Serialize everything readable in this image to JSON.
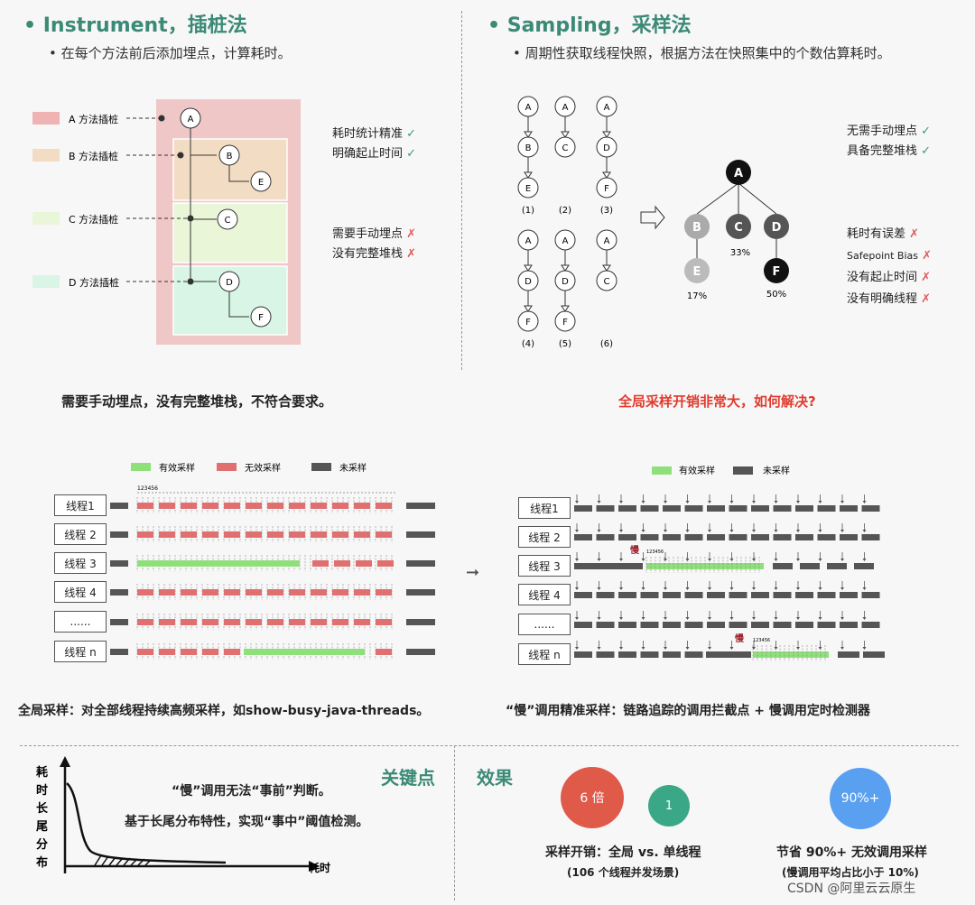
{
  "instrument": {
    "title": "Instrument，插桩法",
    "bullet": "在每个方法前后添加埋点，计算耗时。",
    "labels": [
      "A 方法插桩",
      "B 方法插桩",
      "C 方法插桩",
      "D 方法插桩"
    ],
    "nodes": [
      "A",
      "B",
      "E",
      "C",
      "D",
      "F"
    ],
    "pros": [
      "耗时统计精准",
      "明确起止时间"
    ],
    "cons": [
      "需要手动埋点",
      "没有完整堆栈"
    ],
    "verdict": "需要手动埋点，没有完整堆栈，不符合要求。",
    "colors": {
      "outer": "#f0c7c7",
      "b": "#f3dcc4",
      "c": "#eaf6d8",
      "d": "#d8f5e6",
      "dot": "#333"
    }
  },
  "sampling": {
    "title": "Sampling，采样法",
    "bullet": "周期性获取线程快照，根据方法在快照集中的个数估算耗时。",
    "snapshots": [
      {
        "nodes": [
          "A",
          "B",
          "E"
        ],
        "label": "(1)"
      },
      {
        "nodes": [
          "A",
          "C"
        ],
        "label": "(2)"
      },
      {
        "nodes": [
          "A",
          "D",
          "F"
        ],
        "label": "(3)"
      },
      {
        "nodes": [
          "A",
          "D",
          "F"
        ],
        "label": "(4)"
      },
      {
        "nodes": [
          "A",
          "D",
          "F"
        ],
        "label": "(5)"
      },
      {
        "nodes": [
          "A",
          "C"
        ],
        "label": "(6)"
      }
    ],
    "tree_nodes": [
      "A",
      "B",
      "C",
      "D",
      "E",
      "F"
    ],
    "percents": {
      "c": "33%",
      "e": "17%",
      "f": "50%"
    },
    "pros": [
      "无需手动埋点",
      "具备完整堆栈"
    ],
    "cons": [
      "耗时有误差",
      "Safepoint Bias",
      "没有起止时间",
      "没有明确线程"
    ],
    "question": "全局采样开销非常大，如何解决?",
    "colors": {
      "question": "#e03b2e",
      "node_dark": "#111",
      "node_mid": "#555",
      "node_light": "#aaa",
      "node_lighter": "#bbb"
    }
  },
  "global": {
    "legend": [
      "有效采样",
      "无效采样",
      "未采样"
    ],
    "threads": [
      "线程1",
      "线程 2",
      "线程 3",
      "线程 4",
      "......",
      "线程 n"
    ],
    "tick_label": "123456",
    "caption": "全局采样：对全部线程持续高频采样，如show-busy-java-threads。",
    "colors": {
      "valid": "#8fe07a",
      "invalid": "#e06f6f",
      "none": "#555"
    }
  },
  "slow": {
    "legend": [
      "有效采样",
      "未采样"
    ],
    "threads": [
      "线程1",
      "线程 2",
      "线程 3",
      "线程 4",
      "......",
      "线程 n"
    ],
    "slow_label": "慢",
    "tick_label": "123456",
    "caption": "“慢”调用精准采样：链路追踪的调用拦截点 + 慢调用定时检测器",
    "colors": {
      "slow": "#a0212e"
    }
  },
  "keypoint": {
    "ylabel": [
      "耗",
      "时",
      "长",
      "尾",
      "分",
      "布"
    ],
    "xlabel": "耗时",
    "title": "关键点",
    "line1": "“慢”调用无法“事前”判断。",
    "line2": "基于长尾分布特性，实现“事中”阈值检测。"
  },
  "effect": {
    "title": "效果",
    "circle1": "6 倍",
    "circle2": "1",
    "circle3": "90%+",
    "caption1": "采样开销：全局 vs. 单线程",
    "sub1": "(106 个线程并发场景)",
    "caption2": "节省 90%+ 无效调用采样",
    "sub2": "(慢调用平均占比小于 10%)",
    "colors": {
      "c1": "#e05a4a",
      "c2": "#3aa886",
      "c3": "#5aa0f0"
    }
  },
  "watermark": "CSDN @阿里云云原生",
  "icons": {
    "check": "check-icon",
    "cross": "cross-icon",
    "arrow": "arrow-right-icon",
    "bullet": "bullet-icon"
  }
}
